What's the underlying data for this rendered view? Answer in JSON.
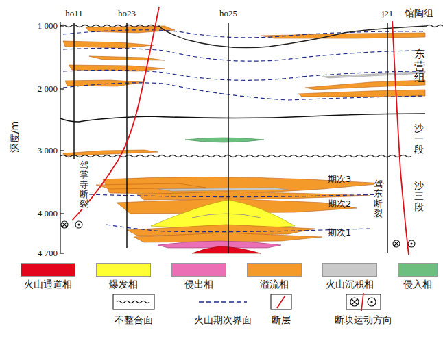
{
  "diagram": {
    "labels": [
      "馆陶组",
      "东营组",
      "沙一段",
      "沙三段",
      "ho11",
      "ho23",
      "ho25",
      "j21",
      "深度/m",
      "1 000",
      "2 000",
      "3 000",
      "4 000",
      "4 700",
      "驾掌寺断裂",
      "驾东断裂",
      "期次3",
      "期次2",
      "期次1"
    ],
    "legend": [
      {
        "text": "火山通道相",
        "color": "#e3051b"
      },
      {
        "text": "爆发相",
        "color": "#ffff33"
      },
      {
        "text": "侵出相",
        "color": "#ea6fb4"
      },
      {
        "text": "溢流相",
        "color": "#f39a2b"
      },
      {
        "text": "火山沉积相",
        "color": "#c9c9c9"
      },
      {
        "text": "侵入相",
        "color": "#6cbf7f"
      },
      {
        "text": "不整合面"
      },
      {
        "text": "火山期次界面"
      },
      {
        "text": "断层"
      },
      {
        "text": "断块运动方向"
      }
    ]
  }
}
